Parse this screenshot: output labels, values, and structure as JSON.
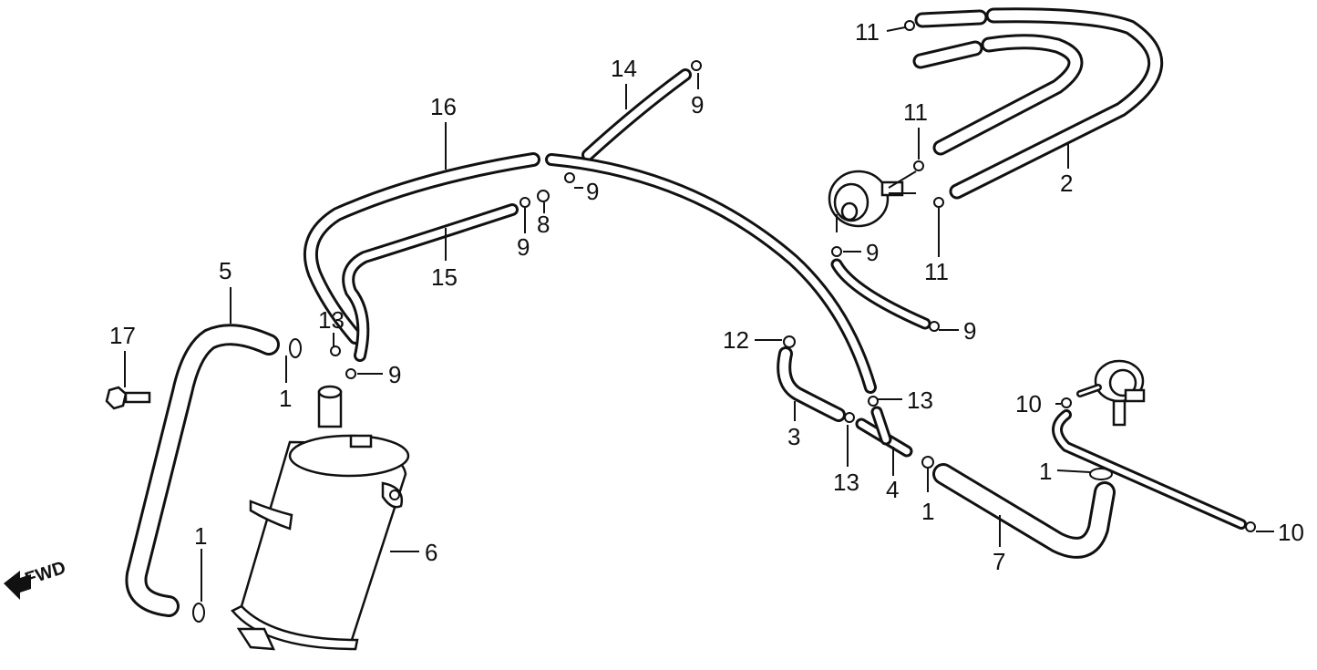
{
  "direction_label": "FWD",
  "callouts": [
    {
      "id": "c11a",
      "label": "11"
    },
    {
      "id": "c14",
      "label": "14"
    },
    {
      "id": "c9a",
      "label": "9"
    },
    {
      "id": "c16",
      "label": "16"
    },
    {
      "id": "c9b",
      "label": "9"
    },
    {
      "id": "c8",
      "label": "8"
    },
    {
      "id": "c9c",
      "label": "9"
    },
    {
      "id": "c15",
      "label": "15"
    },
    {
      "id": "c11b",
      "label": "11"
    },
    {
      "id": "c2",
      "label": "2"
    },
    {
      "id": "c11c",
      "label": "11"
    },
    {
      "id": "c9d",
      "label": "9"
    },
    {
      "id": "c9e",
      "label": "9"
    },
    {
      "id": "c5",
      "label": "5"
    },
    {
      "id": "c17",
      "label": "17"
    },
    {
      "id": "c13a",
      "label": "13"
    },
    {
      "id": "c9f",
      "label": "9"
    },
    {
      "id": "c1a",
      "label": "1"
    },
    {
      "id": "c12",
      "label": "12"
    },
    {
      "id": "c13b",
      "label": "13"
    },
    {
      "id": "c3",
      "label": "3"
    },
    {
      "id": "c13c",
      "label": "13"
    },
    {
      "id": "c4",
      "label": "4"
    },
    {
      "id": "c1b",
      "label": "1"
    },
    {
      "id": "c10a",
      "label": "10"
    },
    {
      "id": "c1c",
      "label": "1"
    },
    {
      "id": "c7",
      "label": "7"
    },
    {
      "id": "c10b",
      "label": "10"
    },
    {
      "id": "c6",
      "label": "6"
    },
    {
      "id": "c1d",
      "label": "1"
    }
  ]
}
